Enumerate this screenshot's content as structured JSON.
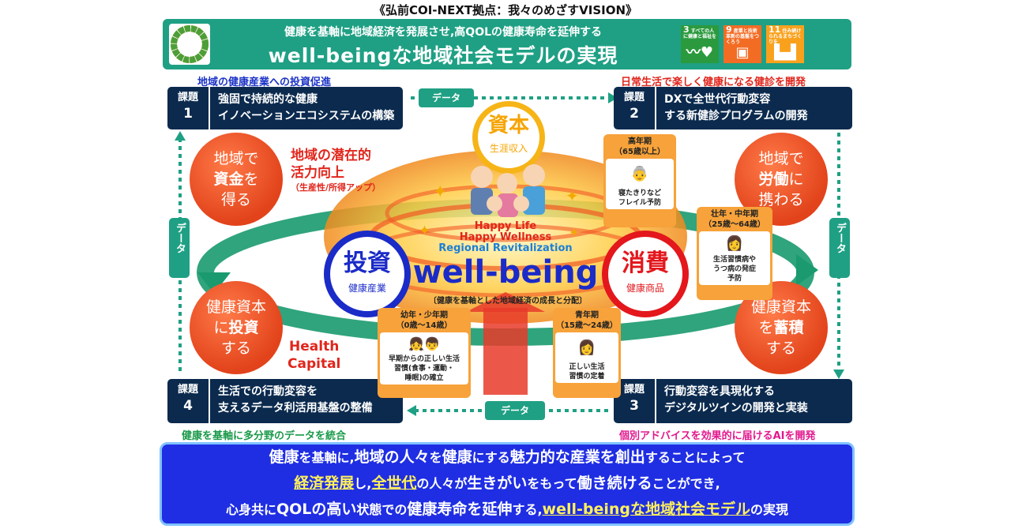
{
  "title": "《弘前COI-NEXT拠点：我々のめざすVISION》",
  "banner": {
    "subtitle": "健康を基軸に地域経済を発展させ,高QOLの健康寿命を延伸する",
    "title": "well-beingな地域社会モデルの実現",
    "sdgs": [
      {
        "num": "3",
        "label": "すべての人に健康と福祉を",
        "color": "#2b9a3e",
        "icon": "heartbeat-icon"
      },
      {
        "num": "9",
        "label": "産業と技術革新の基盤をつくろう",
        "color": "#f36c24",
        "icon": "cubes-icon"
      },
      {
        "num": "11",
        "label": "住み続けられるまちづくりを",
        "color": "#f9a11d",
        "icon": "buildings-icon"
      }
    ]
  },
  "captions": {
    "top_left": "地域の健康産業への投資促進",
    "top_right": "日常生活で楽しく健康になる健診を開発",
    "bottom_left": "健康を基軸に多分野のデータを統合",
    "bottom_right": "個別アドバイスを効果的に届けるAIを開発"
  },
  "tasks": [
    {
      "label": "課題",
      "num": "1",
      "line1": "強固で持続的な健康",
      "line2": "イノベーションエコシステムの構築"
    },
    {
      "label": "課題",
      "num": "2",
      "line1": "DXで全世代行動変容",
      "line2": "する新健診プログラムの開発"
    },
    {
      "label": "課題",
      "num": "3",
      "line1": "行動変容を具現化する",
      "line2": "デジタルツインの開発と実装"
    },
    {
      "label": "課題",
      "num": "4",
      "line1": "生活での行動変容を",
      "line2": "支えるデータ利活用基盤の整備"
    }
  ],
  "data_label": "データ",
  "circles": {
    "left_top": {
      "l1": "地域で",
      "l2a": "資金",
      "l2b": "を",
      "l3": "得る"
    },
    "left_bottom": {
      "l1": "健康資本",
      "l2a": "に",
      "l2b": "投資",
      "l3": "する"
    },
    "right_top": {
      "l1": "地域で",
      "l2a": "労働",
      "l2b": "に",
      "l3": "携わる"
    },
    "right_bottom": {
      "l1": "健康資本",
      "l2a": "を",
      "l2b": "蓄積",
      "l3": "する"
    }
  },
  "potential": {
    "l1": "地域の潜在的",
    "l2": "活力向上",
    "l3": "（生産性/所得アップ）"
  },
  "health_capital": {
    "l1": "Health",
    "l2": "Capital"
  },
  "capital": {
    "main": "資本",
    "sub": "生涯収入"
  },
  "invest": {
    "main": "投資",
    "sub": "健康産業"
  },
  "consume": {
    "main": "消費",
    "sub": "健康商品"
  },
  "center": {
    "happy_life": "Happy Life",
    "happy_wellness": "Happy Wellness",
    "regional": "Regional Revitalization",
    "wellbeing": "well-being",
    "growth": "〔健康を基軸とした地域経済の成長と分配〕"
  },
  "stages": {
    "elderly": {
      "title": "高年期",
      "age": "（65歳以上）",
      "desc1": "寝たきりなど",
      "desc2": "フレイル予防"
    },
    "adult": {
      "title": "壮年・中年期",
      "age": "（25歳～64歳）",
      "desc1": "生活習慣病や",
      "desc2": "うつ病の発症",
      "desc3": "予防"
    },
    "child": {
      "title": "幼年・少年期",
      "age": "（0歳～14歳）",
      "desc1": "早期からの正しい生活",
      "desc2": "習慣(食事・運動・",
      "desc3": "睡眠)の確立"
    },
    "youth": {
      "title": "青年期",
      "age": "（15歳～24歳）",
      "desc1": "正しい生活",
      "desc2": "習慣の定着"
    }
  },
  "bottom": {
    "r1a": "健康",
    "r1b": "を基軸に,",
    "r1c": "地域の",
    "r1d": "人々",
    "r1e": "を",
    "r1f": "健康",
    "r1g": "にする",
    "r1h": "魅力的な産業を創出",
    "r1i": "することによって",
    "r2a": "経済発展",
    "r2b": "し,",
    "r2c": "全世代",
    "r2d": "の人々が",
    "r2e": "生きがい",
    "r2f": "をもって",
    "r2g": "働き続ける",
    "r2h": "ことができ,",
    "r3a": "心身共に",
    "r3b": "QOLの高い",
    "r3c": "状態での",
    "r3d": "健康寿命を延伸",
    "r3e": "する,",
    "r3f": "well-beingな地域社会モデル",
    "r3g": "の実現"
  },
  "colors": {
    "teal": "#1fa084",
    "navy": "#0b2a4e",
    "orange_red": "#e2431b",
    "blue": "#1f2ee3",
    "yellow": "#fff15a"
  }
}
